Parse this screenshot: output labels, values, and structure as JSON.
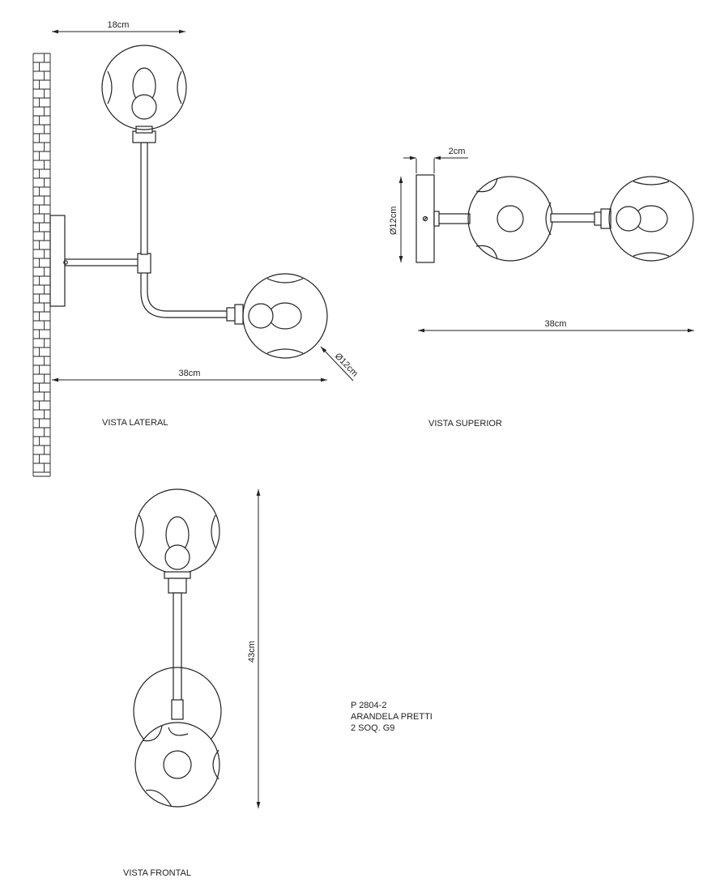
{
  "views": {
    "side": "VISTA LATERAL",
    "top": "VISTA SUPERIOR",
    "front": "VISTA FRONTAL"
  },
  "dimensions": {
    "side_width": "18cm",
    "side_depth": "38cm",
    "side_globe_diameter": "Ø12cm",
    "top_plate_depth": "2cm",
    "top_plate_diameter": "Ø12cm",
    "top_depth": "38cm",
    "front_height": "43cm"
  },
  "product": {
    "code": "P 2804-2",
    "name": "ARANDELA PRETTI",
    "socket": "2 SOQ. G9"
  }
}
